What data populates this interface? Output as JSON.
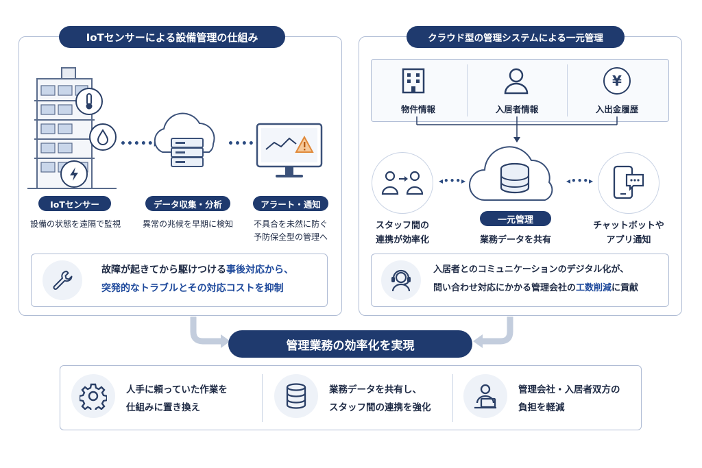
{
  "left_panel": {
    "title": "IoTセンサーによる設備管理の仕組み",
    "steps": [
      {
        "label": "IoTセンサー",
        "desc": "設備の状態を遠隔で監視"
      },
      {
        "label": "データ収集・分析",
        "desc": "異常の兆候を早期に検知"
      },
      {
        "label": "アラート・通知",
        "desc_line1": "不具合を未然に防ぐ",
        "desc_line2": "予防保全型の管理へ"
      }
    ],
    "summary": {
      "line1_pre": "故障が起きてから駆けつける",
      "line1_hl": "事後対応から、",
      "line2": "突発的なトラブルとその対応コストを抑制"
    }
  },
  "right_panel": {
    "title": "クラウド型の管理システムによる一元管理",
    "sources": [
      "物件情報",
      "入居者情報",
      "入出金履歴"
    ],
    "left_node": {
      "line1": "スタッフ間の",
      "line2": "連携が効率化"
    },
    "center_node": {
      "label": "一元管理",
      "desc": "業務データを共有"
    },
    "right_node": {
      "line1": "チャットボットや",
      "line2": "アプリ通知"
    },
    "summary": {
      "line1": "入居者とのコミュニケーションのデジタル化が、",
      "line2_pre": "問い合わせ対応にかかる管理会社の",
      "line2_hl": "工数削減",
      "line2_post": "に貢献"
    }
  },
  "result": {
    "title": "管理業務の効率化を実現",
    "items": [
      {
        "line1": "人手に頼っていた作業を",
        "line2": "仕組みに置き換え"
      },
      {
        "line1": "業務データを共有し、",
        "line2": "スタッフ間の連携を強化"
      },
      {
        "line1": "管理会社・入居者双方の",
        "line2": "負担を軽減"
      }
    ]
  },
  "icons": {
    "building": "building-icon",
    "thermometer": "thermometer-icon",
    "drop": "water-drop-icon",
    "bolt": "lightning-icon",
    "cloud_server": "cloud-server-icon",
    "monitor_alert": "monitor-alert-icon",
    "wrench": "wrench-icon",
    "office": "office-building-icon",
    "person": "person-icon",
    "yen": "yen-icon",
    "staff": "staff-icon",
    "cloud_db": "cloud-database-icon",
    "phone_chat": "phone-chat-icon",
    "headset": "headset-icon",
    "gear": "gear-icon",
    "database": "database-icon",
    "laptop_user": "laptop-user-icon"
  },
  "colors": {
    "navy": "#1f3a6e",
    "border": "#aebbd4",
    "highlight": "#1f4a9c",
    "warning": "#e0893a"
  }
}
